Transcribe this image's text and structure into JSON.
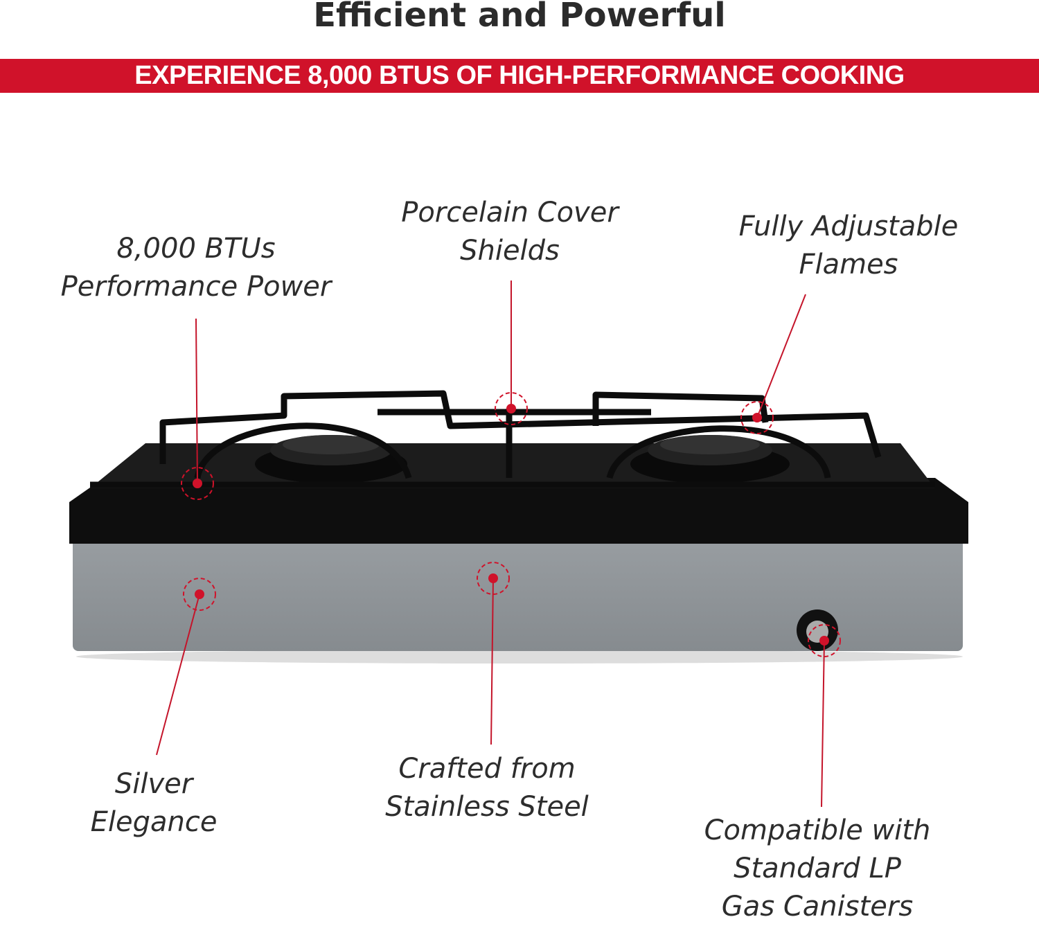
{
  "header": {
    "title": "Efficient and Powerful",
    "banner": "EXPERIENCE 8,000 BTUS OF HIGH-PERFORMANCE COOKING"
  },
  "colors": {
    "accent": "#d0122a",
    "text": "#2d2d2d",
    "body": "#8e9396",
    "rim": "#111111"
  },
  "callouts": [
    {
      "lines": [
        "8,000 BTUs",
        "Performance Power"
      ]
    },
    {
      "lines": [
        "Porcelain Cover",
        "Shields"
      ]
    },
    {
      "lines": [
        "Fully Adjustable",
        "Flames"
      ]
    },
    {
      "lines": [
        "Silver",
        "Elegance"
      ]
    },
    {
      "lines": [
        "Crafted from",
        "Stainless Steel"
      ]
    },
    {
      "lines": [
        "Compatible with",
        "Standard LP",
        "Gas Canisters"
      ]
    }
  ]
}
